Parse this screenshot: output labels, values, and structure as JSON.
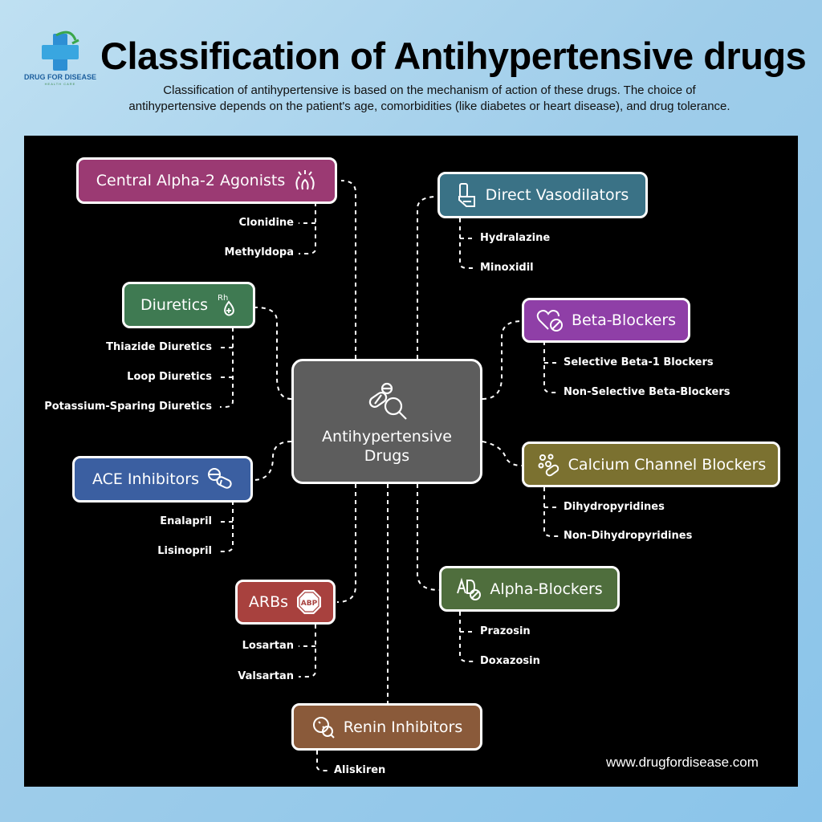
{
  "header": {
    "logo_text": "DRUG FOR DISEASE",
    "logo_subtext": "HEALTH CARE",
    "title": "Classification of Antihypertensive drugs",
    "subtitle": "Classification of antihypertensive is based on the mechanism of action of these drugs. The choice of antihypertensive depends on the patient's age, comorbidities (like diabetes or heart disease), and drug tolerance."
  },
  "center": {
    "line1": "Antihypertensive",
    "line2": "Drugs",
    "icon": "pills-magnifier-icon"
  },
  "classes": {
    "central_alpha2": {
      "label": "Central Alpha-2 Agonists",
      "color": "#9b3a73",
      "icon": "nerve-signal-icon",
      "items": [
        "Clonidine",
        "Methyldopa"
      ]
    },
    "diuretics": {
      "label": "Diuretics",
      "color": "#3f7a52",
      "icon": "rh-blood-drop-icon",
      "items": [
        "Thiazide Diuretics",
        "Loop Diuretics",
        "Potassium-Sparing Diuretics"
      ]
    },
    "ace": {
      "label": "ACE Inhibitors",
      "color": "#3b5fa1",
      "icon": "capsule-pills-icon",
      "items": [
        "Enalapril",
        "Lisinopril"
      ]
    },
    "arbs": {
      "label": "ARBs",
      "color": "#a8413e",
      "icon": "abp-octagon-icon",
      "badge": "ABP",
      "items": [
        "Losartan",
        "Valsartan"
      ]
    },
    "renin": {
      "label": "Renin Inhibitors",
      "color": "#8a5a3a",
      "icon": "pill-magnifier-icon",
      "items": [
        "Aliskiren"
      ]
    },
    "direct_vaso": {
      "label": "Direct Vasodilators",
      "color": "#3a7286",
      "icon": "inhaler-icon",
      "items": [
        "Hydralazine",
        "Minoxidil"
      ]
    },
    "beta": {
      "label": "Beta-Blockers",
      "color": "#8f3fa7",
      "icon": "heart-pill-icon",
      "items": [
        "Selective Beta-1 Blockers",
        "Non-Selective Beta-Blockers"
      ]
    },
    "ccb": {
      "label": "Calcium Channel Blockers",
      "color": "#7b7130",
      "icon": "pills-scatter-icon",
      "items": [
        "Dihydropyridines",
        "Non-Dihydropyridines"
      ]
    },
    "alpha": {
      "label": "Alpha-Blockers",
      "color": "#4f6e3d",
      "icon": "ab-pill-icon",
      "items": [
        "Prazosin",
        "Doxazosin"
      ]
    }
  },
  "footer": {
    "website": "www.drugfordisease.com"
  }
}
